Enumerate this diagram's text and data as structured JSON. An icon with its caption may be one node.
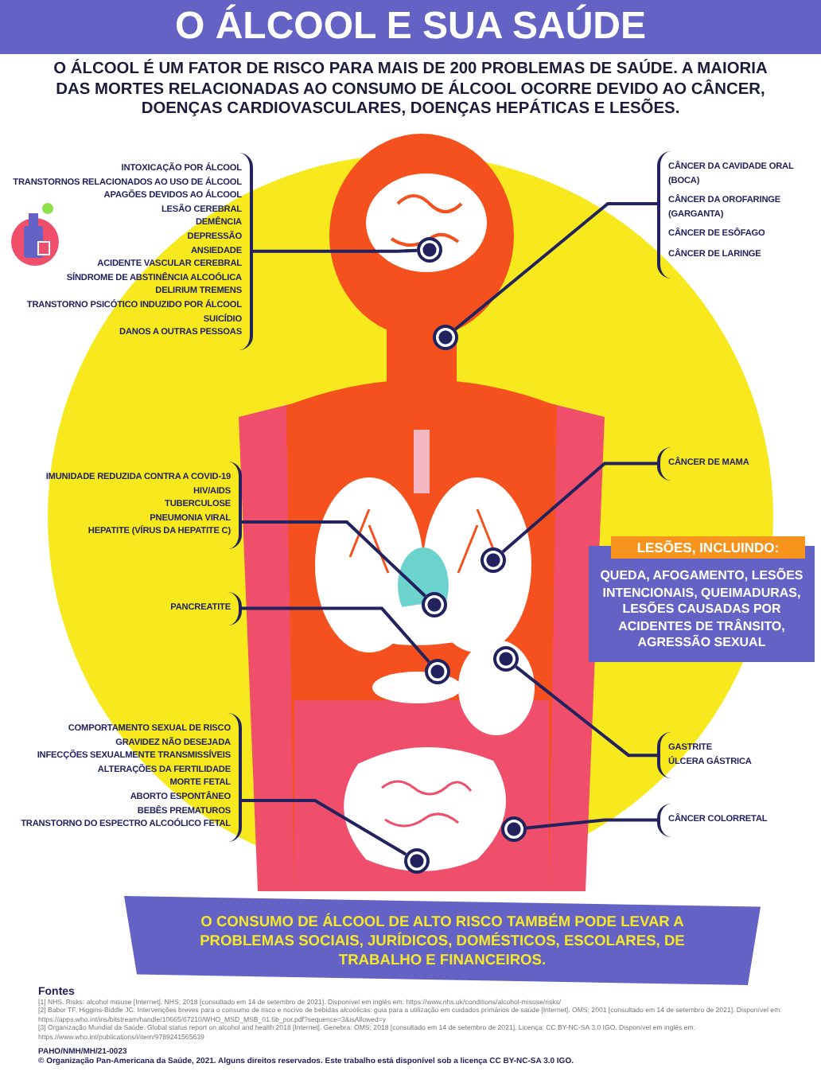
{
  "diagram": {
    "title": "O ÁLCOOL E SUA SAÚDE",
    "nodes": [
      {
        "text": [
          "INTOXICAÇÃO POR ÁLCOOL",
          "TRANSTORNOS RELACIONADOS AO USO DE ÁLCOOL",
          "APAGÕES DEVIDOS AO ÁLCOOL",
          "LESÃO CEREBRAL",
          "DEMÊNCIA",
          "DEPRESSÃO",
          "ANSIEDADE",
          "ACIDENTE VASCULAR CEREBRAL",
          "SÍNDROME DE ABSTINÊNCIA ALCOÓLICA",
          "DELIRIUM TREMENS",
          "TRANSTORNO PSICÓTICO INDUZIDO POR ÁLCOOL",
          "SUICÍDIO",
          "DANOS A OUTRAS PESSOAS"
        ]
      },
      {
        "text": [],
        "shape": "circle"
      },
      {
        "text": [
          "CÂNCER DA CAVIDADE ORAL (BOCA)",
          "CÂNCER DA OROFARINGE (GARGANTA)",
          "CÂNCER DE ESÔFAGO",
          "CÂNCER DE LARINGE"
        ]
      },
      {
        "text": [],
        "shape": "circle"
      },
      {
        "text": [
          "CÂNCER DE MAMA"
        ]
      },
      {
        "text": [],
        "shape": "circle"
      },
      {
        "text": [
          "IMUNIDADE REDUZIDA CONTRA A COVID-19",
          "HIV/AIDS",
          "TUBERCULOSE",
          "PNEUMONIA VIRAL",
          "HEPATITE (VÍRUS DA HEPATITE C)"
        ]
      },
      {
        "text": [],
        "shape": "circle"
      },
      {
        "text": [
          "PANCREATITE"
        ]
      },
      {
        "text": [],
        "shape": "circle"
      },
      {
        "text": [
          "LESÕES, INCLUINDO:",
          "QUEDA, AFOGAMENTO, LESÕES INTENCIONAIS, QUEIMADURAS, LESÕES CAUSADAS POR ACIDENTES DE TRÂNSITO, AGRESSÃO SEXUAL"
        ]
      },
      {
        "text": [
          "GASTRITE",
          "ÚLCERA GÁSTRICA"
        ]
      },
      {
        "text": [],
        "shape": "circle"
      },
      {
        "text": [
          "CÂNCER COLORRETAL"
        ]
      },
      {
        "text": [],
        "shape": "circle"
      },
      {
        "text": [
          "COMPORTAMENTO SEXUAL DE RISCO",
          "GRAVIDEZ NÃO DESEJADA",
          "INFECÇÕES SEXUALMENTE TRANSMISSÍVEIS",
          "ALTERAÇÕES DA FERTILIDADE",
          "MORTE FETAL",
          "ABORTO ESPONTÂNEO",
          "BEBÊS PREMATUROS",
          "TRANSTORNO DO ESPECTRO ALCOÓLICO FETAL"
        ]
      },
      {
        "text": [],
        "shape": "circle"
      },
      {
        "text": [
          "O CONSUMO DE ÁLCOOL DE ALTO RISCO TAMBÉM PODE LEVAR A PROBLEMAS SOCIAIS, JURÍDICOS, DOMÉSTICOS, ESCOLARES, DE TRABALHO E FINANCEIROS."
        ]
      }
    ],
    "edges": [
      {
        "from": 0,
        "to": 1,
        "arrow": "none"
      },
      {
        "from": 2,
        "to": 3,
        "arrow": "none"
      },
      {
        "from": 4,
        "to": 5,
        "arrow": "none"
      },
      {
        "from": 6,
        "to": 7,
        "arrow": "none"
      },
      {
        "from": 8,
        "to": 9,
        "arrow": "none"
      },
      {
        "from": 11,
        "to": 12,
        "arrow": "none"
      },
      {
        "from": 13,
        "to": 14,
        "arrow": "none"
      },
      {
        "from": 15,
        "to": 16,
        "arrow": "none"
      }
    ],
    "labels": [
      "O ÁLCOOL É UM FATOR DE RISCO PARA MAIS DE 200 PROBLEMAS DE SAÚDE. A MAIORIA DAS MORTES RELACIONADAS AO CONSUMO DE ÁLCOOL OCORRE DEVIDO AO CÂNCER, DOENÇAS CARDIOVASCULARES, DOENÇAS HEPÁTICAS E LESÕES.",
      "Fontes",
      "[1] NHS. Risks: alcohol misuse [Internet]. NHS; 2018 [consultado em 14 de setembro de 2021]. Disponível em inglês em: https://www.nhs.uk/conditions/alcohol-misuse/risks/",
      "[2] Babor TF, Higgins-Biddle JC. Intervenções breves para o consumo de risco e nocivo de bebidas alcoólicas: guia para a utilização em cuidados primários de saúde [Internet]. OMS; 2001 [consultado em 14 de setembro de 2021]. Disponível em: https://apps.who.int/iris/bitstream/handle/10665/67210/WHO_MSD_MSB_01.6b_por.pdf?sequence=3&isAllowed=y",
      "[3] Organização Mundial da Saúde. Global status report on alcohol and health 2018 [Internet]. Genebra: OMS; 2018 [consultado em 14 de setembro de 2021]. Licença: CC BY-NC-SA 3.0 IGO. Disponível em inglês em: https://www.who.int/publications/i/item/9789241565639",
      "PAHO/NMH/MH/21-0023",
      "© Organização Pan-Americana da Saúde, 2021. Alguns direitos reservados. Este trabalho está disponível sob a licença CC BY-NC-SA 3.0 IGO."
    ]
  }
}
